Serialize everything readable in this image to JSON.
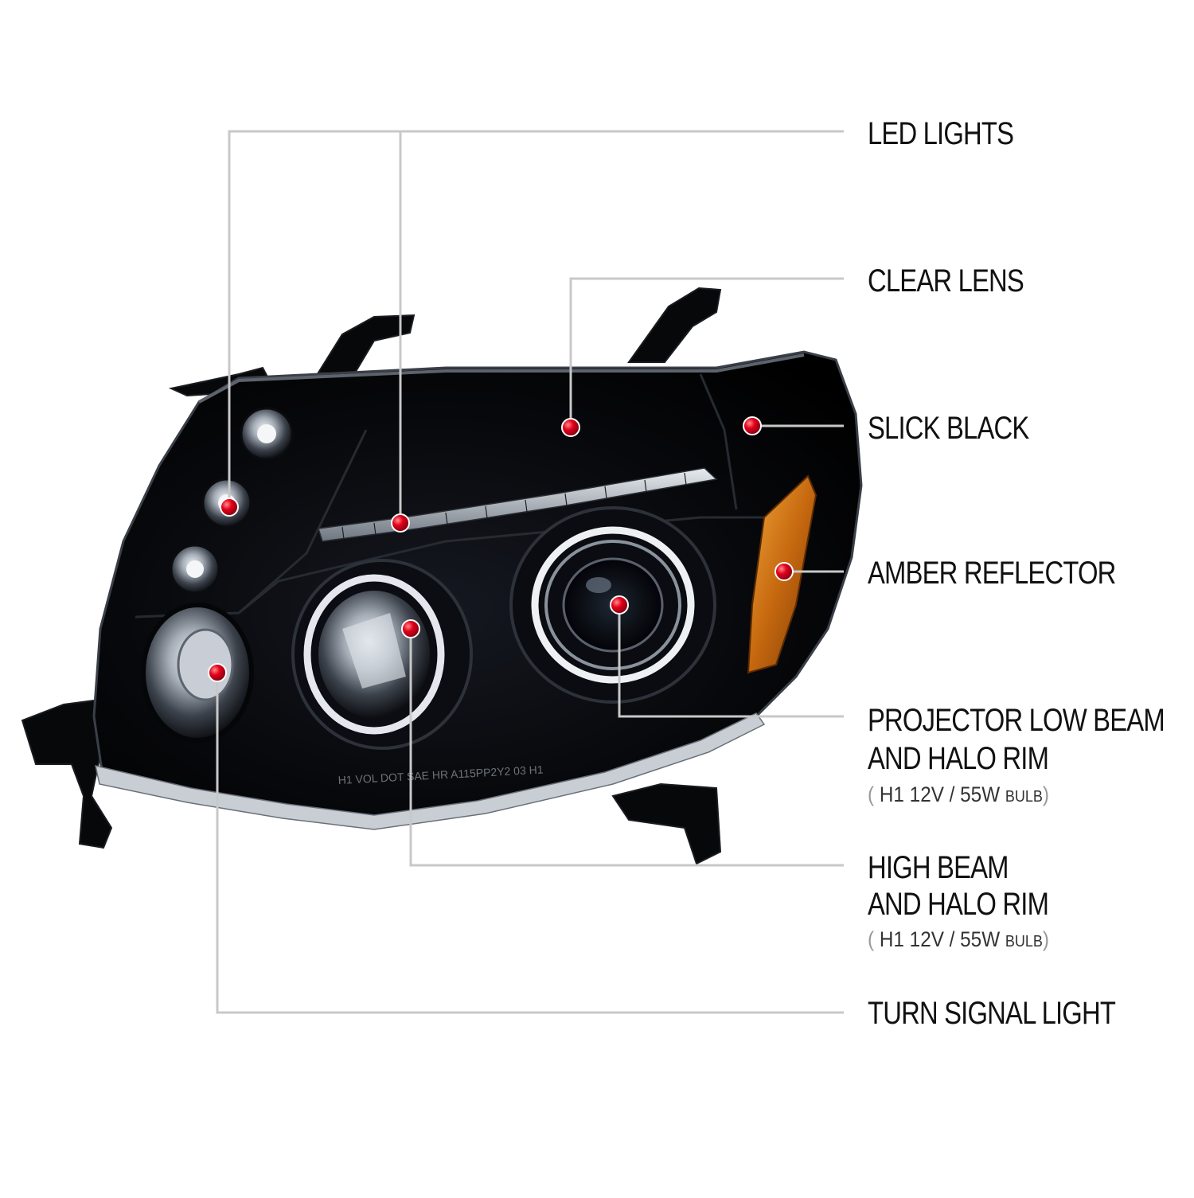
{
  "labels": {
    "led_lights": "LED LIGHTS",
    "clear_lens": "CLEAR LENS",
    "slick_black": "SLICK BLACK",
    "amber_reflector": "AMBER REFLECTOR",
    "projector_line1": "PROJECTOR LOW BEAM",
    "projector_line2": "AND HALO RIM",
    "high_beam_line1": "HIGH BEAM",
    "high_beam_line2": "AND HALO RIM",
    "turn_signal": "TURN SIGNAL LIGHT"
  },
  "bulb_spec": {
    "open": "(",
    "spec": "H1  12V / 55W",
    "unit": "BULB",
    "close": ")"
  },
  "lens_print": "H1   VOL  DOT  SAE  HR  A115PP2Y2  03   H1",
  "colors": {
    "callout_line": "#c8c8c8",
    "marker_red": "#e3001b",
    "housing": "#050507",
    "amber": "#d9821a",
    "chrome": "#9aa3ad"
  }
}
